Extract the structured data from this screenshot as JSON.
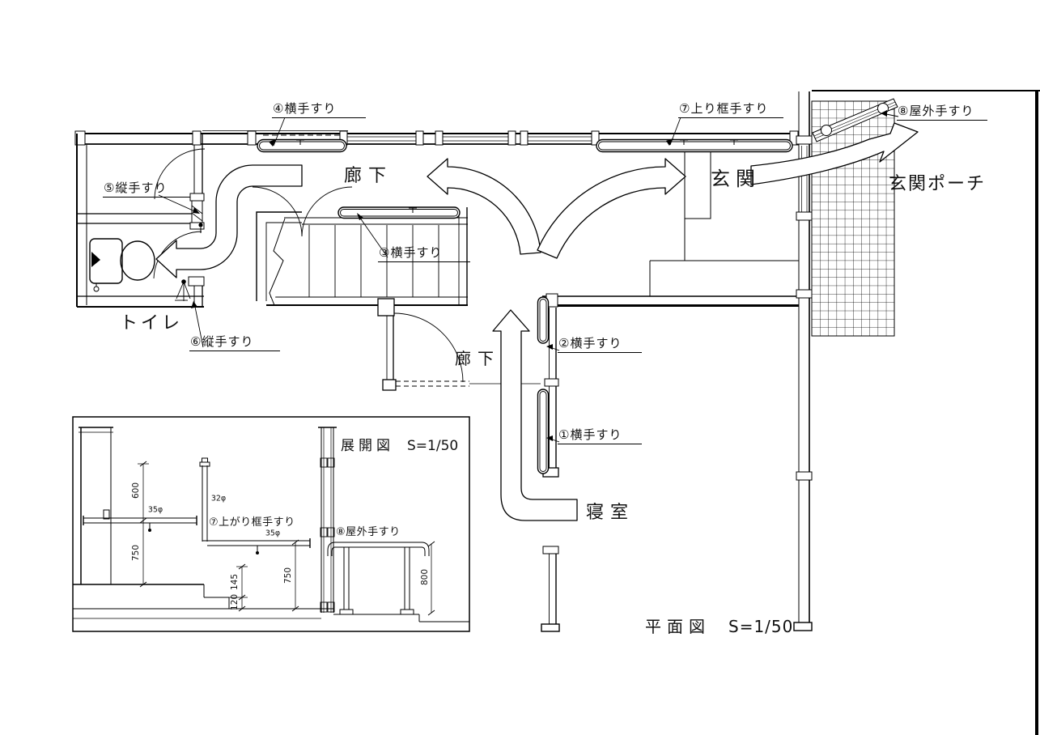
{
  "plan": {
    "title": "平面図",
    "scale": "S=1/50",
    "rooms": {
      "corridor_upper": "廊下",
      "corridor_lower": "廊下",
      "entrance": "玄関",
      "entrance_porch": "玄関ポーチ",
      "toilet": "トイレ",
      "bedroom": "寝室"
    },
    "callouts": {
      "c1": "①横手すり",
      "c2": "②横手すり",
      "c3": "③横手すり",
      "c4": "④横手すり",
      "c5": "⑤縦手すり",
      "c6": "⑥縦手すり",
      "c7": "⑦上り框手すり",
      "c8": "⑧屋外手すり"
    }
  },
  "elevation": {
    "title": "展開図",
    "scale": "S=1/50",
    "callouts": {
      "c7": "⑦上がり框手すり",
      "c8": "⑧屋外手すり"
    },
    "dimensions": {
      "d600": "600",
      "d750_left": "750",
      "d750_mid": "750",
      "d145": "145",
      "d120": "120",
      "d800": "800",
      "dia35_a": "35φ",
      "dia32": "32φ",
      "dia35_b": "35φ"
    }
  },
  "colors": {
    "line": "#000000",
    "background": "#ffffff"
  }
}
